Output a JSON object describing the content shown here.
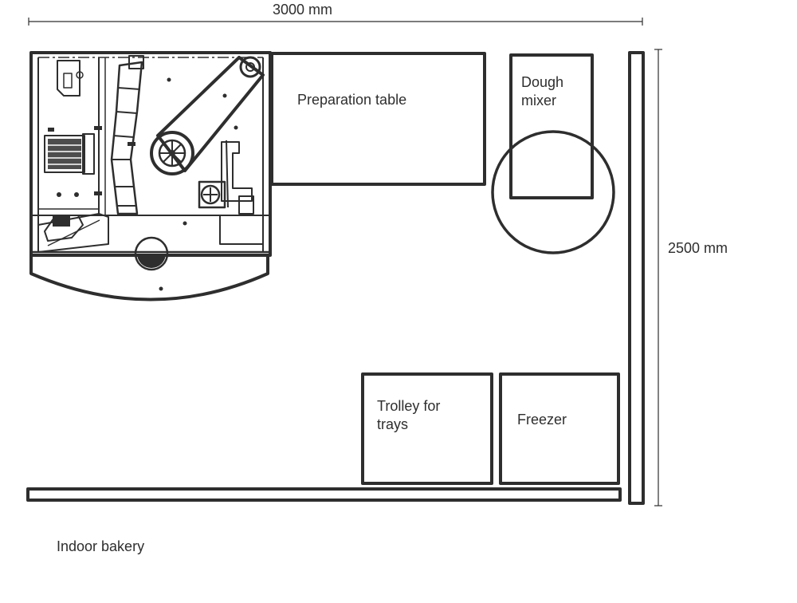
{
  "dimensions": {
    "width_label": "3000 mm",
    "depth_label": "2500 mm"
  },
  "equipment": {
    "preparation_table": "Preparation table",
    "dough_mixer": [
      "Dough",
      "mixer"
    ],
    "trolley": [
      "Trolley for",
      "trays"
    ],
    "freezer": "Freezer"
  },
  "caption": "Indoor bakery",
  "colors": {
    "line": "#2e2e2e",
    "background": "#ffffff"
  }
}
